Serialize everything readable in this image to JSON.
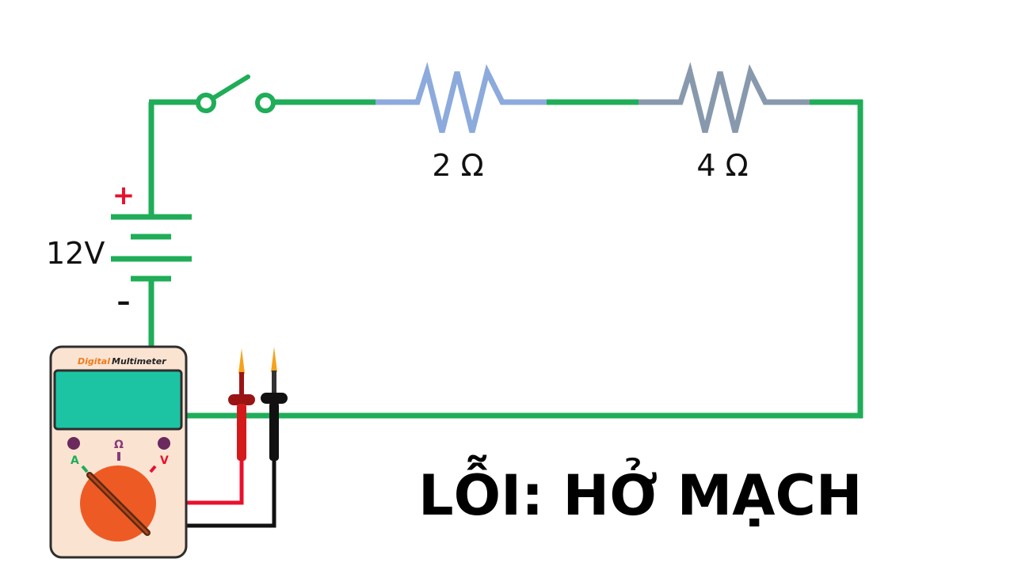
{
  "battery": {
    "voltage_label": "12V",
    "positive_sign": "+",
    "negative_sign": "–"
  },
  "resistors": [
    {
      "label": "2 Ω"
    },
    {
      "label": "4 Ω"
    }
  ],
  "multimeter": {
    "brand_word1": "Digital",
    "brand_word2": "Multimeter",
    "dial": {
      "left": "A",
      "center": "Ω",
      "right": "V"
    }
  },
  "fault_title": "LỖI: HỞ MẠCH",
  "colors": {
    "wire": "#1fad58",
    "resistor_1": "#8caadc",
    "resistor_2": "#8899ad",
    "positive": "#e8112d",
    "meter_body": "#fbe3d2",
    "meter_screen": "#1cc4a4",
    "dial": "#ee5a24",
    "probe_red": "#d41a1a",
    "probe_black": "#111111"
  },
  "icons": [
    "switch-icon",
    "resistor-icon",
    "battery-icon",
    "multimeter-icon",
    "probe-icon"
  ]
}
